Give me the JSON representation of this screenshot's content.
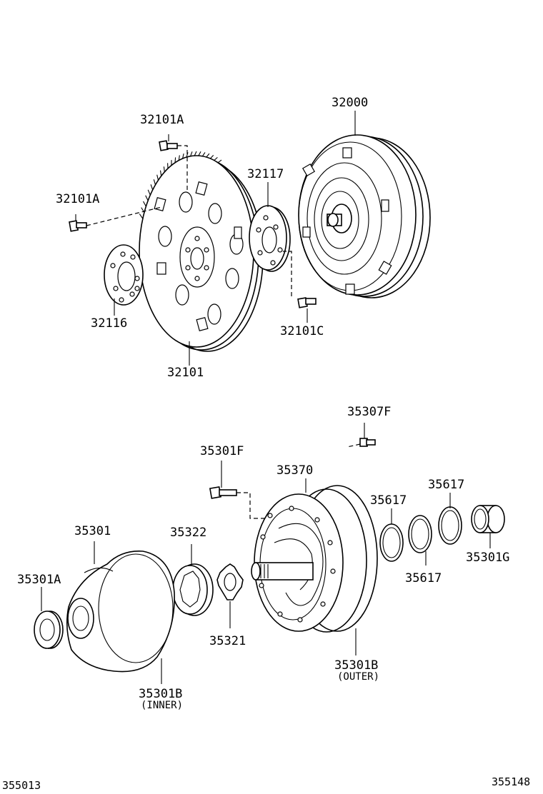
{
  "diagram": {
    "labels": {
      "p32101A_top": "32101A",
      "p32101A_left": "32101A",
      "p32000": "32000",
      "p32117": "32117",
      "p32116": "32116",
      "p32101": "32101",
      "p32101C": "32101C",
      "p35307F": "35307F",
      "p35301F": "35301F",
      "p35370": "35370",
      "p35617_a": "35617",
      "p35617_b": "35617",
      "p35617_c": "35617",
      "p35301": "35301",
      "p35322": "35322",
      "p35301A": "35301A",
      "p35301G": "35301G",
      "p35321": "35321",
      "p35301B_outer": "35301B",
      "outer_note": "(OUTER)",
      "p35301B_inner": "35301B",
      "inner_note": "(INNER)"
    },
    "footer": {
      "left_code": "355013",
      "right_code": "355148"
    }
  }
}
